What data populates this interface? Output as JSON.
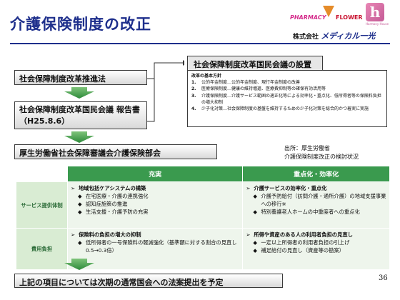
{
  "header": {
    "title": "介護保険制度の改正",
    "logo_pharmacy": "PHARMACY",
    "logo_flower": "FLOWER",
    "logo_harmony": "Harmony House",
    "company_prefix": "株式会社",
    "company_brand": "メディカル一光"
  },
  "flow": {
    "law": "社会保障制度改革推進法",
    "report": "社会保障制度改革国民会議 報告書（H25.8.6）",
    "council": "厚生労働省社会保障審議会介護保険部会",
    "conclusion": "上記の項目については次期の通常国会への法案提出を予定"
  },
  "panel": {
    "title": "社会保障制度改革国民会議の設置",
    "policy_heading": "改革の基本方針",
    "policies": [
      {
        "num": "1.",
        "text": "公的年金制度…公的年金制度、現行年金制度の改善"
      },
      {
        "num": "2.",
        "text": "医療保険制度…健康の維持増進、医療費抑制等の確保有効活用等"
      },
      {
        "num": "3.",
        "text": "介護保険制度…介護サービス範囲の適正化等による効率化・重点化、低所得者等の保険料負担の増大抑制"
      },
      {
        "num": "4.",
        "text": "少子化対策…社会保障制度の基盤を維持するための少子化対策を総合的かつ着実に実施"
      }
    ]
  },
  "source": {
    "line1": "出所：厚生労働省",
    "line2": "介護保険制度改正の検討状況"
  },
  "table": {
    "col_headers": [
      "充実",
      "重点化・効率化"
    ],
    "rows": [
      {
        "category": "サービス提供体制",
        "enhance_head": "地域包括ケアシステムの構築",
        "enhance_items": [
          "在宅医療・介護の連携強化",
          "認知症施策の推進",
          "生活支援・介護予防の充実"
        ],
        "focus_head": "介護サービスの効率化・重点化",
        "focus_items": [
          "介護予防給付（訪問介護・通所介護）の地域支援事業への移行※",
          "特別養護老人ホームの中重度者への重点化"
        ]
      },
      {
        "category": "費用負担",
        "enhance_head": "保険料の負担の増大の抑制",
        "enhance_items": [
          "低所得者の一号保険料の軽減強化（基準額に対する割合の見直し0.5→0.3倍）"
        ],
        "focus_head": "所得や資産のある人の利用者負担の見直し",
        "focus_items": [
          "一定以上所得者の利用者負担の引上げ",
          "補足給付の見直し（資産等の勘案）"
        ]
      }
    ]
  },
  "page_number": "36",
  "colors": {
    "title_blue": "#1e2f8c",
    "table_header_green": "#3a9a4e",
    "table_category_bg": "#d9ecd3",
    "table_cell_bg": "#eef5ec"
  }
}
